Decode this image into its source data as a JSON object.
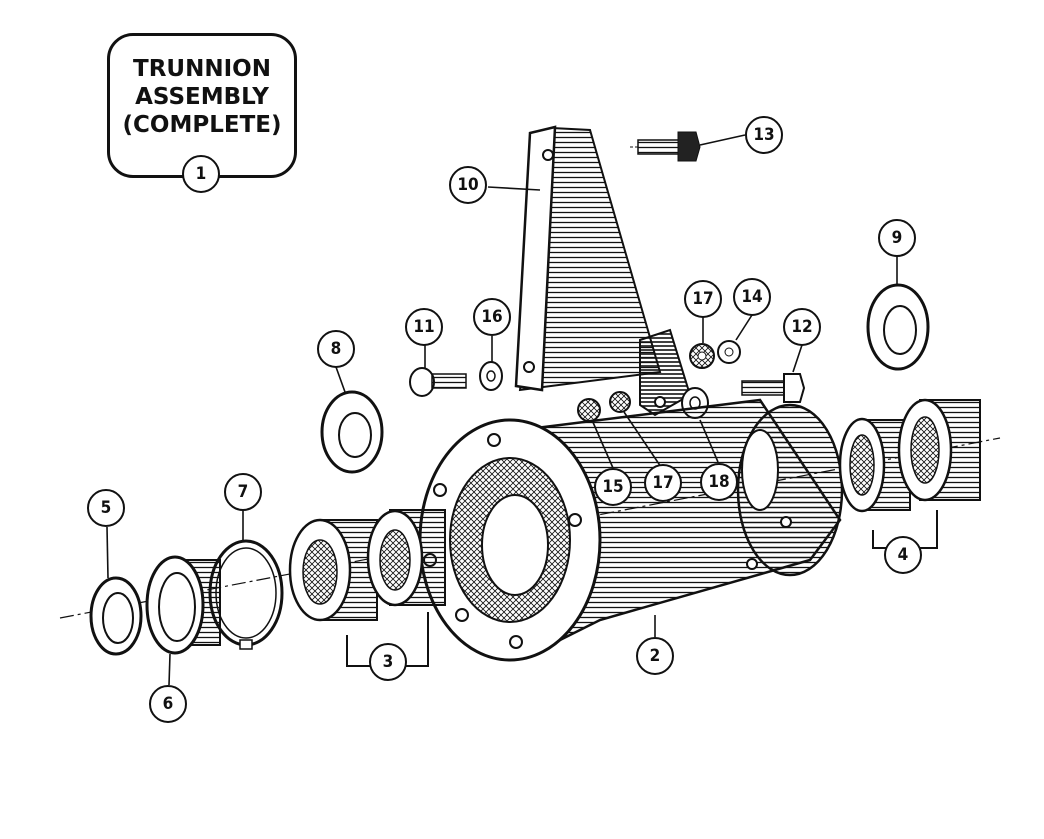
{
  "title": {
    "lines": [
      "TRUNNION",
      "ASSEMBLY",
      "(COMPLETE)"
    ]
  },
  "callouts": [
    {
      "id": "c1",
      "label": "1"
    },
    {
      "id": "c2",
      "label": "2"
    },
    {
      "id": "c3",
      "label": "3"
    },
    {
      "id": "c4",
      "label": "4"
    },
    {
      "id": "c5",
      "label": "5"
    },
    {
      "id": "c6",
      "label": "6"
    },
    {
      "id": "c7",
      "label": "7"
    },
    {
      "id": "c8",
      "label": "8"
    },
    {
      "id": "c9",
      "label": "9"
    },
    {
      "id": "c10",
      "label": "10"
    },
    {
      "id": "c11",
      "label": "11"
    },
    {
      "id": "c12",
      "label": "12"
    },
    {
      "id": "c13",
      "label": "13"
    },
    {
      "id": "c14",
      "label": "14"
    },
    {
      "id": "c15",
      "label": "15"
    },
    {
      "id": "c16",
      "label": "16"
    },
    {
      "id": "c17a",
      "label": "17"
    },
    {
      "id": "c17b",
      "label": "17"
    },
    {
      "id": "c18",
      "label": "18"
    }
  ],
  "colors": {
    "ink": "#111111",
    "paper": "#ffffff"
  }
}
